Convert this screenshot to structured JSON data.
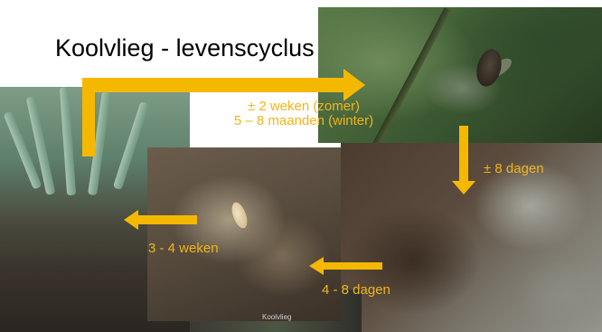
{
  "slide": {
    "title": "Koolvlieg - levenscyclus",
    "labels": {
      "summer": "± 2 weken (zomer)",
      "winter": "5 – 8 maanden (winter)",
      "eggs": "± 8 dagen",
      "larvae": "4 - 8 dagen",
      "pupa": "3 - 4 weken"
    },
    "footer": "Koolvlieg"
  },
  "colors": {
    "arrow": "#f5b800",
    "label": "#f2b41a",
    "title": "#000000"
  }
}
